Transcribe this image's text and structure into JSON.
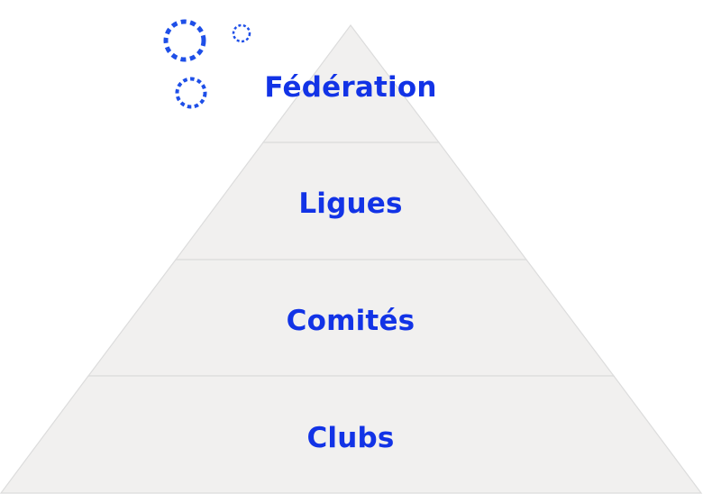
{
  "colors": {
    "tier_fill": "#f1f0ef",
    "tier_border": "#dcdcdc",
    "label": "#1233e6",
    "decoration": "#1e4fe8"
  },
  "decoration": {
    "icon": "dashed-circles-icon"
  },
  "pyramid": {
    "tiers": [
      {
        "label": "Fédération"
      },
      {
        "label": "Ligues"
      },
      {
        "label": "Comités"
      },
      {
        "label": "Clubs"
      }
    ]
  }
}
